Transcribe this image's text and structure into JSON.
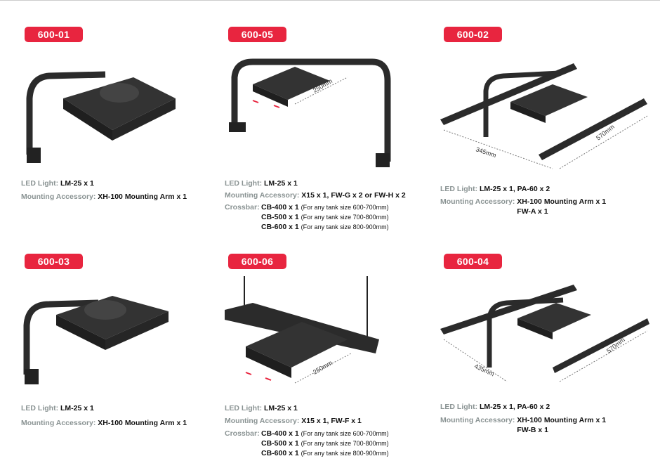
{
  "colors": {
    "badge": "#e8253f",
    "label": "#8a9393",
    "product": "#2b2b2b"
  },
  "cards": [
    {
      "id": "600-01",
      "led_label": "LED Light:",
      "led": "LM-25 x 1",
      "mount_label": "Mounting Accessory:",
      "mount": [
        "XH-100 Mounting Arm x 1"
      ],
      "dims": []
    },
    {
      "id": "600-05",
      "led_label": "LED Light:",
      "led": "LM-25 x 1",
      "mount_label": "Mounting Accessory:",
      "mount": [
        "X15 x 1, FW-G x 2 or FW-H x 2"
      ],
      "dims": [
        "250mm"
      ],
      "crossbar_label": "Crossbar:",
      "crossbar": [
        {
          "model": "CB-400 x 1",
          "note": "(For any tank size 600-700mm)"
        },
        {
          "model": "CB-500 x 1",
          "note": "(For any tank size 700-800mm)"
        },
        {
          "model": "CB-600 x 1",
          "note": "(For any tank size 800-900mm)"
        }
      ]
    },
    {
      "id": "600-02",
      "led_label": "LED Light:",
      "led": "LM-25 x 1, PA-60 x 2",
      "mount_label": "Mounting Accessory:",
      "mount": [
        "XH-100 Mounting Arm x 1",
        "FW-A x 1"
      ],
      "dims": [
        "345mm",
        "570mm"
      ]
    },
    {
      "id": "600-03",
      "led_label": "LED Light:",
      "led": "LM-25 x 1",
      "mount_label": "Mounting Accessory:",
      "mount": [
        "XH-100 Mounting Arm x 1"
      ],
      "dims": []
    },
    {
      "id": "600-06",
      "led_label": "LED Light:",
      "led": "LM-25 x 1",
      "mount_label": "Mounting Accessory:",
      "mount": [
        "X15 x 1, FW-F x 1"
      ],
      "dims": [
        "250mm"
      ],
      "crossbar_label": "Crossbar:",
      "crossbar": [
        {
          "model": "CB-400 x 1",
          "note": "(For any tank size 600-700mm)"
        },
        {
          "model": "CB-500 x 1",
          "note": "(For any tank size 700-800mm)"
        },
        {
          "model": "CB-600 x 1",
          "note": "(For any tank size 800-900mm)"
        }
      ]
    },
    {
      "id": "600-04",
      "led_label": "LED Light:",
      "led": "LM-25 x 1, PA-60 x 2",
      "mount_label": "Mounting Accessory:",
      "mount": [
        "XH-100 Mounting Arm x 1",
        "FW-B x 1"
      ],
      "dims": [
        "435mm",
        "570mm"
      ]
    }
  ]
}
